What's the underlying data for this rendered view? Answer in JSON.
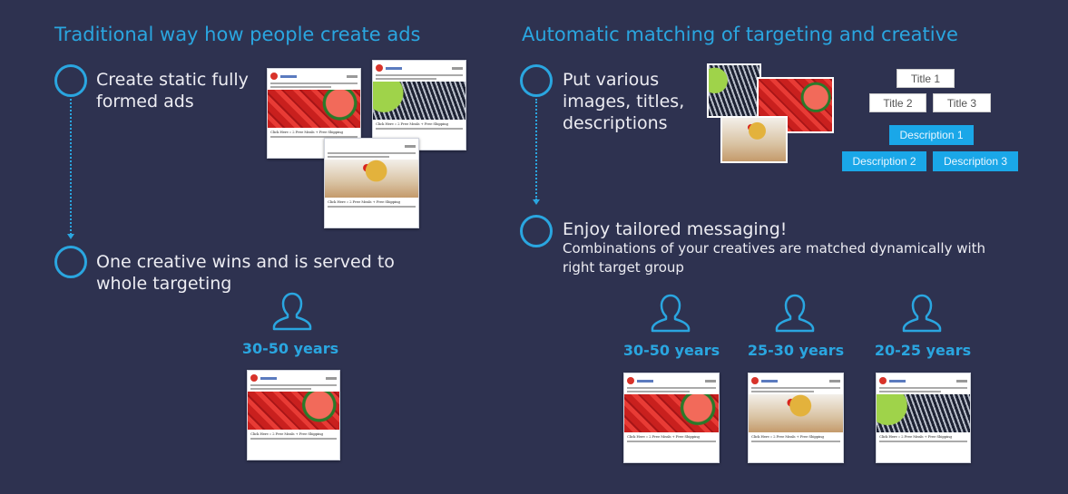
{
  "left": {
    "title": "Traditional way how people create ads",
    "step1": "Create static fully formed ads",
    "step2": "One creative wins and is served to whole targeting",
    "audience": [
      "30-50 years"
    ]
  },
  "right": {
    "title": "Automatic matching of targeting and creative",
    "step1": "Put various images, titles, descriptions",
    "step2": "Enjoy tailored messaging!",
    "step2_sub": "Combinations of your creatives are matched dynamically with right target group",
    "titles": [
      "Title 1",
      "Title 2",
      "Title 3"
    ],
    "descriptions": [
      "Description 1",
      "Description 2",
      "Description 3"
    ],
    "audience": [
      "30-50 years",
      "25-30 years",
      "20-25 years"
    ]
  },
  "ad": {
    "headline": "Click Here » 2 Free Meals + Free Shipping"
  },
  "colors": {
    "accent": "#2aa6e0",
    "background": "#2e3250",
    "description_box": "#1aa7e8"
  },
  "icons": [
    "circle-step-icon",
    "dotted-arrow-icon",
    "person-icon"
  ]
}
